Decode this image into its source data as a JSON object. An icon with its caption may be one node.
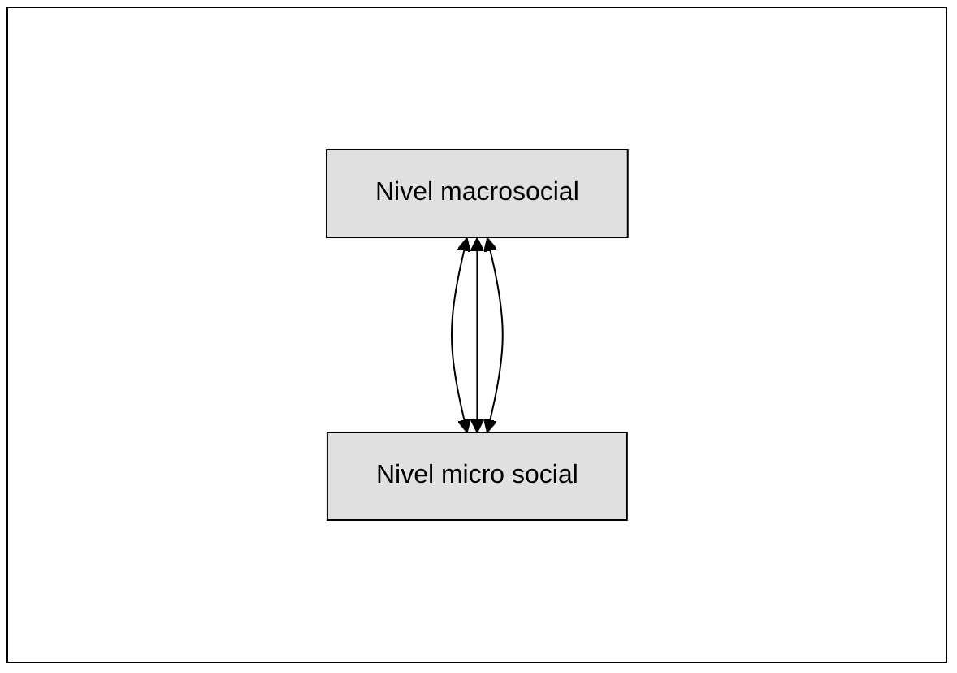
{
  "diagram": {
    "nodes": [
      {
        "text": [
          "Nivel macrosocial"
        ]
      },
      {
        "text": [
          "Nivel micro social"
        ]
      }
    ],
    "edges": [
      {
        "from": 0,
        "to": 1,
        "arrow": "both"
      },
      {
        "from": 0,
        "to": 1,
        "arrow": "both"
      },
      {
        "from": 0,
        "to": 1,
        "arrow": "both"
      }
    ]
  }
}
